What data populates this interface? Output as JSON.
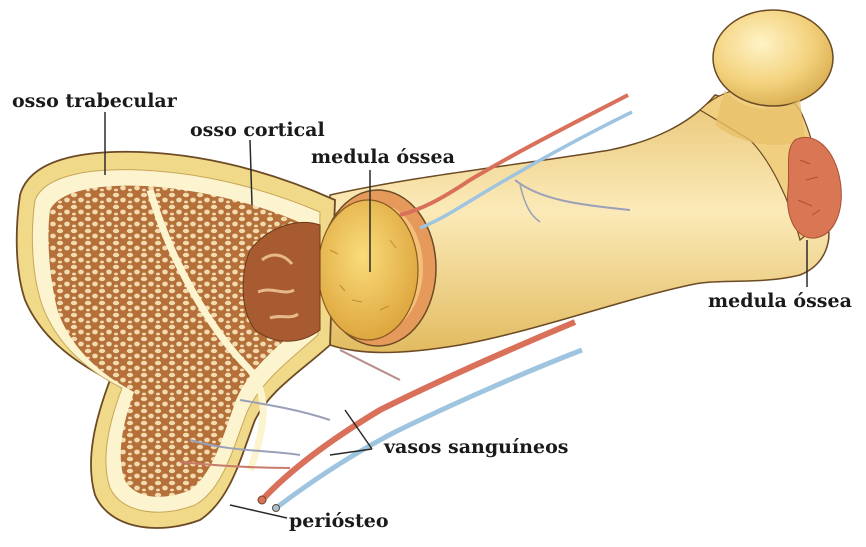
{
  "labels": {
    "trabecular": "osso trabecular",
    "cortical": "osso cortical",
    "marrow_center": "medula óssea",
    "marrow_head": "medula óssea",
    "vessels": "vasos sanguíneos",
    "periosteum": "periósteo"
  },
  "colors": {
    "bone_outer": "#f1d98a",
    "bone_shaft": "#f7e2a0",
    "bone_shade": "#d9b765",
    "cortical_layer": "#fcf3cf",
    "trabecular_fill": "#b8713c",
    "trabecular_holes": "#f3dbb0",
    "marrow_core": "#e8b84a",
    "marrow_red": "#d97755",
    "artery": "#d9705a",
    "vein": "#9fc4e0",
    "outline": "#6b4a25"
  }
}
